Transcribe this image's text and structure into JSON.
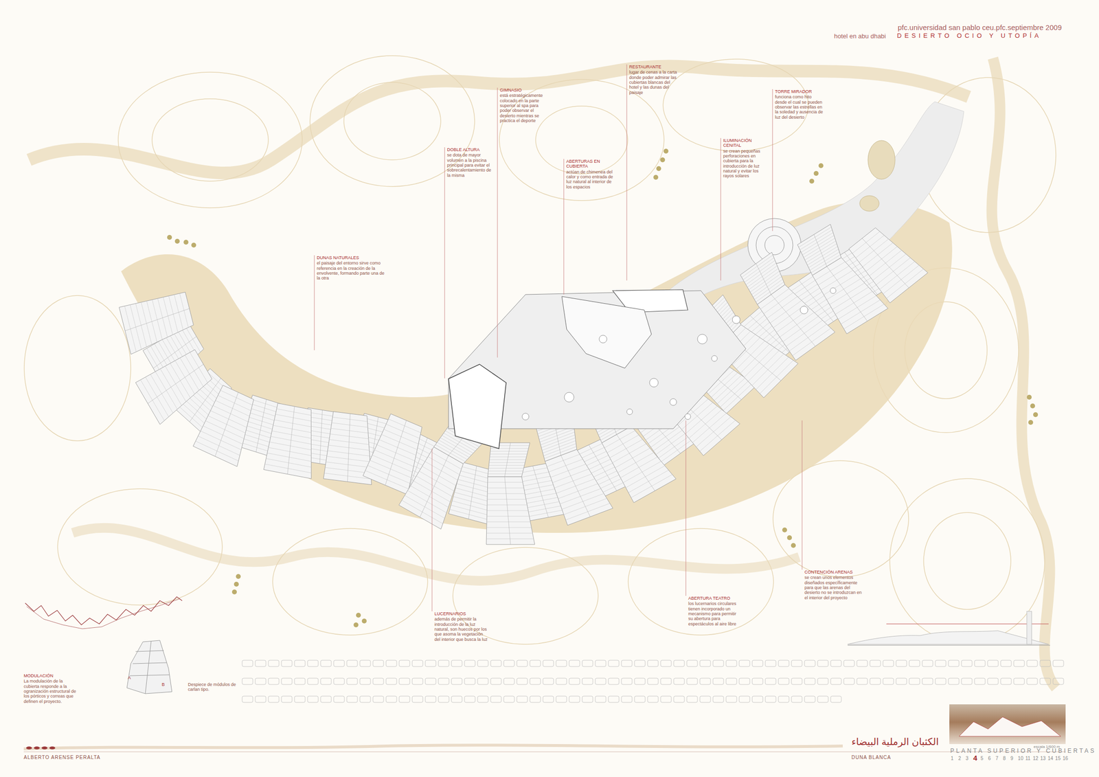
{
  "diagram": {
    "labels": [
      "pfc.universidad san pablo ceu.pfc.septiembre 2009",
      "hotel en abu dhabi",
      "DESIERTO OCIO Y UTOPÍA",
      "RESTAURANTE",
      "lugar de cenas a la carta donde poder admirar las cubiertas blancas del hotel y las dunas del paisaje",
      "TORRE MIRADOR",
      "funciona como hito desde el cual se pueden observar las estrellas en la soledad y ausencia de luz del desierto",
      "GIMNASIO",
      "está estratégicamente colocado en la parte superior al spa para poder observar el desierto mientras se practica el deporte",
      "DOBLE ALTURA",
      "se dota de mayor volumen a la piscina principal para evitar el sobrecalentamiento de la misma",
      "ABERTURAS EN CUBIERTA",
      "actúan de chimenea del calor y como entrada de luz natural al interior de los espacios",
      "ILUMINACIÓN CENITAL",
      "se crean pequeñas perforaciones en cubierta para la introducción de luz natural y evitar los rayos solares",
      "DUNAS NATURALES",
      "el paisaje del entorno sirve como referencia en la creación de la envolvente, formando parte una de la otra",
      "LUCERNARIOS",
      "además de permitir la introducción de la luz natural, son huecos por los que asoma la vegetación del interior que busca la luz",
      "ABERTURA TEATRO",
      "los lucernarios circulares tienen incorporado un mecanismo para permitir su abertura para espectáculos al aire libre",
      "CONTENCIÓN ARENAS",
      "se crean unos elementos diseñados específicamente para que las arenas del desierto no se introduzcan en el interior del proyecto",
      "MODULACIÓN",
      "La modulación de la cubierta responde a la ogranización estructural de los pórticos y correas que definen el proyecto.",
      "Despiece de módulos de carlan tipo.",
      "A",
      "B",
      "ALBERTO ARENSE PERALTA",
      "الكثبان الرملية البيضاء",
      "DUNA BLANCA",
      "escala 1/600 m",
      "PLANTA SUPERIOR Y CUBIERTAS",
      "1",
      "2",
      "3",
      "4",
      "5",
      "6",
      "7",
      "8",
      "9",
      "10",
      "11",
      "12",
      "13",
      "14",
      "15",
      "16"
    ]
  }
}
